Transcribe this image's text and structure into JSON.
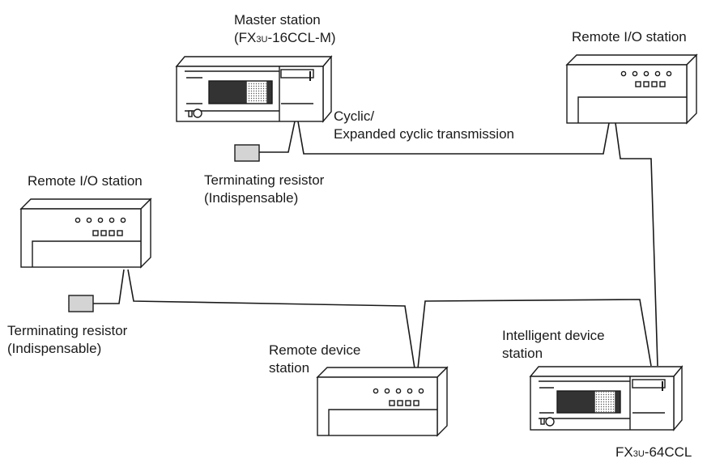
{
  "master": {
    "title": "Master station",
    "model_prefix": "(FX",
    "model_sub": "3U",
    "model_suffix": "-16CCL-M)"
  },
  "remote_io_top": {
    "label": "Remote I/O station"
  },
  "remote_io_left": {
    "label": "Remote I/O station"
  },
  "transmission": {
    "line1": "Cyclic/",
    "line2": "Expanded cyclic transmission"
  },
  "terminator_top": {
    "line1": "Terminating resistor",
    "line2": "(Indispensable)"
  },
  "terminator_left": {
    "line1": "Terminating resistor",
    "line2": "(Indispensable)"
  },
  "remote_device": {
    "line1": "Remote device",
    "line2": "station"
  },
  "intelligent_device": {
    "line1": "Intelligent device",
    "line2": "station",
    "model_prefix": "FX",
    "model_sub": "3U",
    "model_suffix": "-64CCL"
  }
}
